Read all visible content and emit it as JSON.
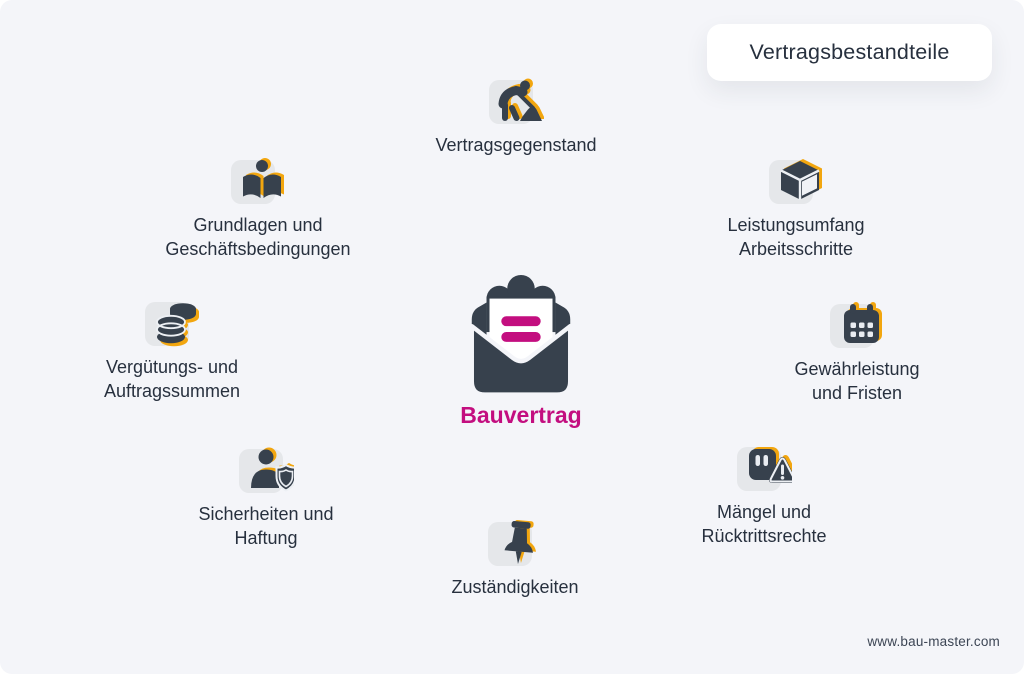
{
  "header": {
    "title": "Vertragsbestandteile"
  },
  "center": {
    "label": "Bauvertrag",
    "icon": "open-envelope-letter-icon"
  },
  "items": [
    {
      "id": "vertragsgegenstand",
      "icon": "construction-worker-icon",
      "lines": [
        "Vertragsgegenstand"
      ]
    },
    {
      "id": "grundlagen",
      "icon": "reading-book-icon",
      "lines": [
        "Grundlagen und",
        "Geschäftsbedingungen"
      ]
    },
    {
      "id": "leistungsumfang",
      "icon": "cube-icon",
      "lines": [
        "Leistungsumfang",
        "Arbeitsschritte"
      ]
    },
    {
      "id": "verguetung",
      "icon": "coin-stack-icon",
      "lines": [
        "Vergütungs- und",
        "Auftragssummen"
      ]
    },
    {
      "id": "gewaehrleistung",
      "icon": "calendar-icon",
      "lines": [
        "Gewährleistung",
        "und Fristen"
      ]
    },
    {
      "id": "sicherheiten",
      "icon": "person-shield-icon",
      "lines": [
        "Sicherheiten und",
        "Haftung"
      ]
    },
    {
      "id": "maengel",
      "icon": "warning-card-icon",
      "lines": [
        "Mängel und",
        "Rücktrittsrechte"
      ]
    },
    {
      "id": "zustaendigkeiten",
      "icon": "pushpin-icon",
      "lines": [
        "Zuständigkeiten"
      ]
    }
  ],
  "footer": {
    "watermark": "www.bau-master.com"
  },
  "colors": {
    "ink": "#37414D",
    "amber": "#F2A60F",
    "magenta": "#C30E7F",
    "bg": "#F4F5F9",
    "iconbg": "#E5E7EA",
    "text": "#27303E",
    "card": "#FFFFFF"
  }
}
